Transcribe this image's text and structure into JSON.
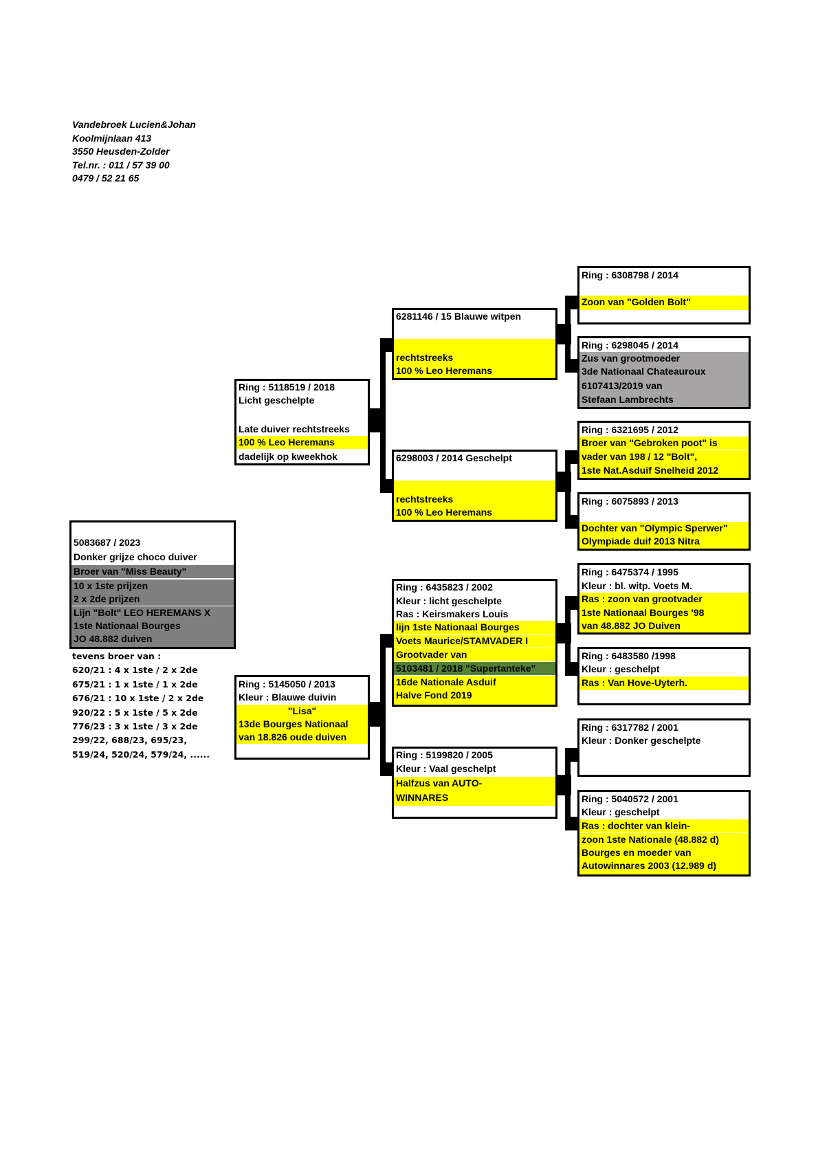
{
  "header": {
    "lines": [
      "Vandebroek Lucien&Johan",
      "Koolmijnlaan 413",
      "3550 Heusden-Zolder",
      "Tel.nr. : 011 / 57 39 00",
      "0479 / 52 21 65"
    ]
  },
  "main": {
    "lines": [
      "5083687 / 2023",
      "Donker grijze choco duiver",
      "Broer van \"Miss Beauty\"",
      "10 x 1ste prijzen",
      "2 x 2de prijzen",
      "Lijn \"Bolt\" LEO HEREMANS X",
      "1ste Nationaal Bourges",
      "JO 48.882 duiven"
    ],
    "notes": [
      "tevens broer van :",
      "620/21 : 4 x 1ste / 2 x 2de",
      "675/21 : 1 x 1ste / 1 x 2de",
      "676/21 : 10 x 1ste / 2 x 2de",
      "920/22 : 5 x 1ste / 5 x 2de",
      "776/23 : 3 x 1ste / 3 x 2de",
      "299/22, 688/23, 695/23,",
      "519/24, 520/24, 579/24, ......"
    ]
  },
  "sire": {
    "lines": [
      "Ring : 5118519 / 2018",
      "Licht geschelpte",
      "",
      "Late duiver rechtstreeks",
      "100 % Leo Heremans",
      "dadelijk op kweekhok"
    ]
  },
  "dam": {
    "lines": [
      "Ring : 5145050 / 2013",
      "Kleur : Blauwe duivin",
      "\"Lisa\"",
      "13de Bourges Nationaal",
      "van 18.826 oude duiven"
    ]
  },
  "ss": {
    "lines": [
      "6281146 / 15 Blauwe witpen",
      "",
      "",
      "rechtstreeks",
      "100 % Leo Heremans"
    ]
  },
  "sd": {
    "lines": [
      "6298003 / 2014 Geschelpt",
      "",
      "",
      "rechtstreeks",
      "100 % Leo Heremans"
    ]
  },
  "ds": {
    "lines": [
      "Ring : 6435823 / 2002",
      "Kleur : licht geschelpte",
      "Ras : Keirsmakers Louis",
      "lijn 1ste Nationaal Bourges",
      "Voets Maurice/STAMVADER I",
      "Grootvader van",
      "5103481 / 2018 \"Supertanteke\"",
      "16de Nationale Asduif",
      "Halve Fond 2019"
    ]
  },
  "dd": {
    "lines": [
      "Ring :  5199820 / 2005",
      "Kleur : Vaal geschelpt",
      "Halfzus van AUTO-",
      "WINNARES"
    ]
  },
  "sss": {
    "lines": [
      "Ring : 6308798 / 2014",
      "",
      "Zoon van \"Golden Bolt\""
    ]
  },
  "ssd": {
    "lines": [
      "Ring : 6298045 / 2014",
      "Zus van grootmoeder",
      "3de Nationaal Chateauroux",
      "6107413/2019 van",
      "Stefaan Lambrechts"
    ]
  },
  "sds": {
    "lines": [
      "Ring : 6321695 / 2012",
      "Broer van \"Gebroken poot\" is",
      "vader van 198 / 12   \"Bolt\",",
      "1ste Nat.Asduif Snelheid 2012"
    ]
  },
  "sdd": {
    "lines": [
      "Ring : 6075893 / 2013",
      "",
      "Dochter van \"Olympic Sperwer\"",
      "Olympiade duif 2013 Nitra"
    ]
  },
  "dss": {
    "lines": [
      "Ring : 6475374 / 1995",
      "Kleur : bl. witp. Voets M.",
      "Ras : zoon van grootvader",
      "1ste Nationaal Bourges '98",
      "van 48.882 JO Duiven"
    ]
  },
  "dsd": {
    "lines": [
      "Ring : 6483580 /1998",
      "Kleur : geschelpt",
      "Ras : Van Hove-Uyterh."
    ]
  },
  "dds": {
    "lines": [
      "Ring : 6317782 / 2001",
      "Kleur : Donker geschelpte"
    ]
  },
  "ddd": {
    "lines": [
      "Ring : 5040572 / 2001",
      "Kleur : geschelpt",
      "Ras : dochter van klein-",
      "zoon 1ste Nationale (48.882 d)",
      "Bourges en moeder van",
      "Autowinnares 2003 (12.989 d)"
    ]
  }
}
